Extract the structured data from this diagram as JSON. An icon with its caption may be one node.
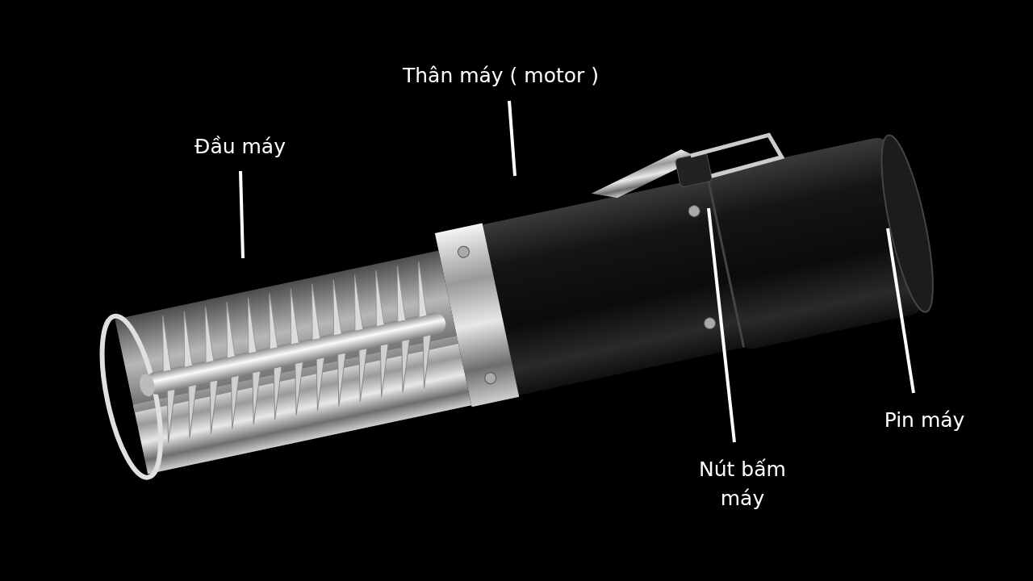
{
  "diagram": {
    "nodes": [
      {
        "text": [
          "Đầu máy"
        ]
      },
      {
        "text": [
          "Thân máy ( motor )"
        ]
      },
      {
        "text": [
          "Nút bấm máy"
        ]
      },
      {
        "text": [
          "Pin máy"
        ]
      }
    ],
    "edges": [
      {
        "from": 0,
        "to": null,
        "arrow": "none"
      },
      {
        "from": 1,
        "to": null,
        "arrow": "none"
      },
      {
        "from": 2,
        "to": null,
        "arrow": "none"
      },
      {
        "from": 3,
        "to": null,
        "arrow": "none"
      }
    ]
  }
}
